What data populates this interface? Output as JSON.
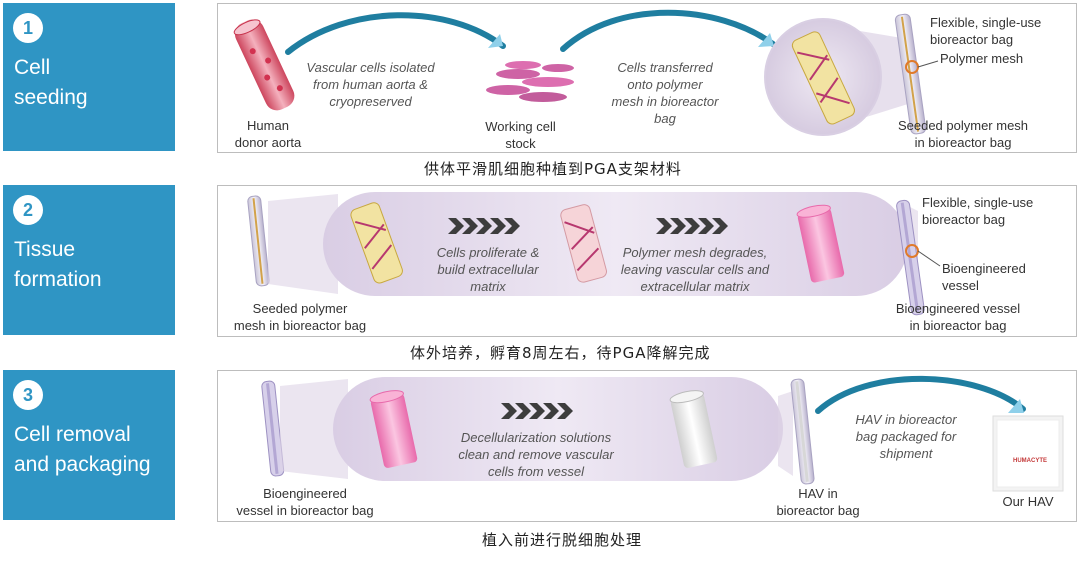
{
  "steps": [
    {
      "number": "1",
      "title": "Cell\nseeding",
      "caption": "供体平滑肌细胞种植到PGA支架材料",
      "labels": {
        "donor_aorta": "Human\ndonor aorta",
        "isolated": "Vascular cells isolated\nfrom human aorta &\ncryopreserved",
        "working_stock": "Working cell\nstock",
        "transferred": "Cells transferred\nonto polymer\nmesh in bioreactor\nbag",
        "flexible_bag": "Flexible, single-use\nbioreactor bag",
        "polymer_mesh": "Polymer mesh",
        "seeded_mesh": "Seeded polymer mesh\nin bioreactor bag"
      }
    },
    {
      "number": "2",
      "title": "Tissue\nformation",
      "caption": "体外培养，孵育8周左右，待PGA降解完成",
      "labels": {
        "seeded_mesh": "Seeded polymer\nmesh in bioreactor bag",
        "proliferate": "Cells proliferate &\nbuild extracellular\nmatrix",
        "degrades": "Polymer mesh degrades,\nleaving vascular cells and\nextracellular matrix",
        "flexible_bag": "Flexible, single-use\nbioreactor bag",
        "bioengineered_vessel": "Bioengineered\nvessel",
        "vessel_in_bag": "Bioengineered vessel\nin bioreactor bag"
      }
    },
    {
      "number": "3",
      "title": "Cell removal\nand packaging",
      "caption": "植入前进行脱细胞处理",
      "labels": {
        "vessel_in_bag": "Bioengineered\nvessel in bioreactor bag",
        "decellularization": "Decellularization solutions\nclean and remove vascular\ncells from vessel",
        "hav_in_bag": "HAV in\nbioreactor bag",
        "hav_packaged": "HAV in bioreactor\nbag packaged for\nshipment",
        "our_hav": "Our HAV",
        "package_brand": "HUMACYTE"
      }
    }
  ],
  "colors": {
    "step_blue": "#2f95c4",
    "ellipse_lavender": "#ddd3e6",
    "arrow_teal": "#1f7ea0",
    "chevron": "#3d3d3d",
    "vessel_pink": "#f08cc0",
    "mesh_ring": "#e07a2a"
  }
}
